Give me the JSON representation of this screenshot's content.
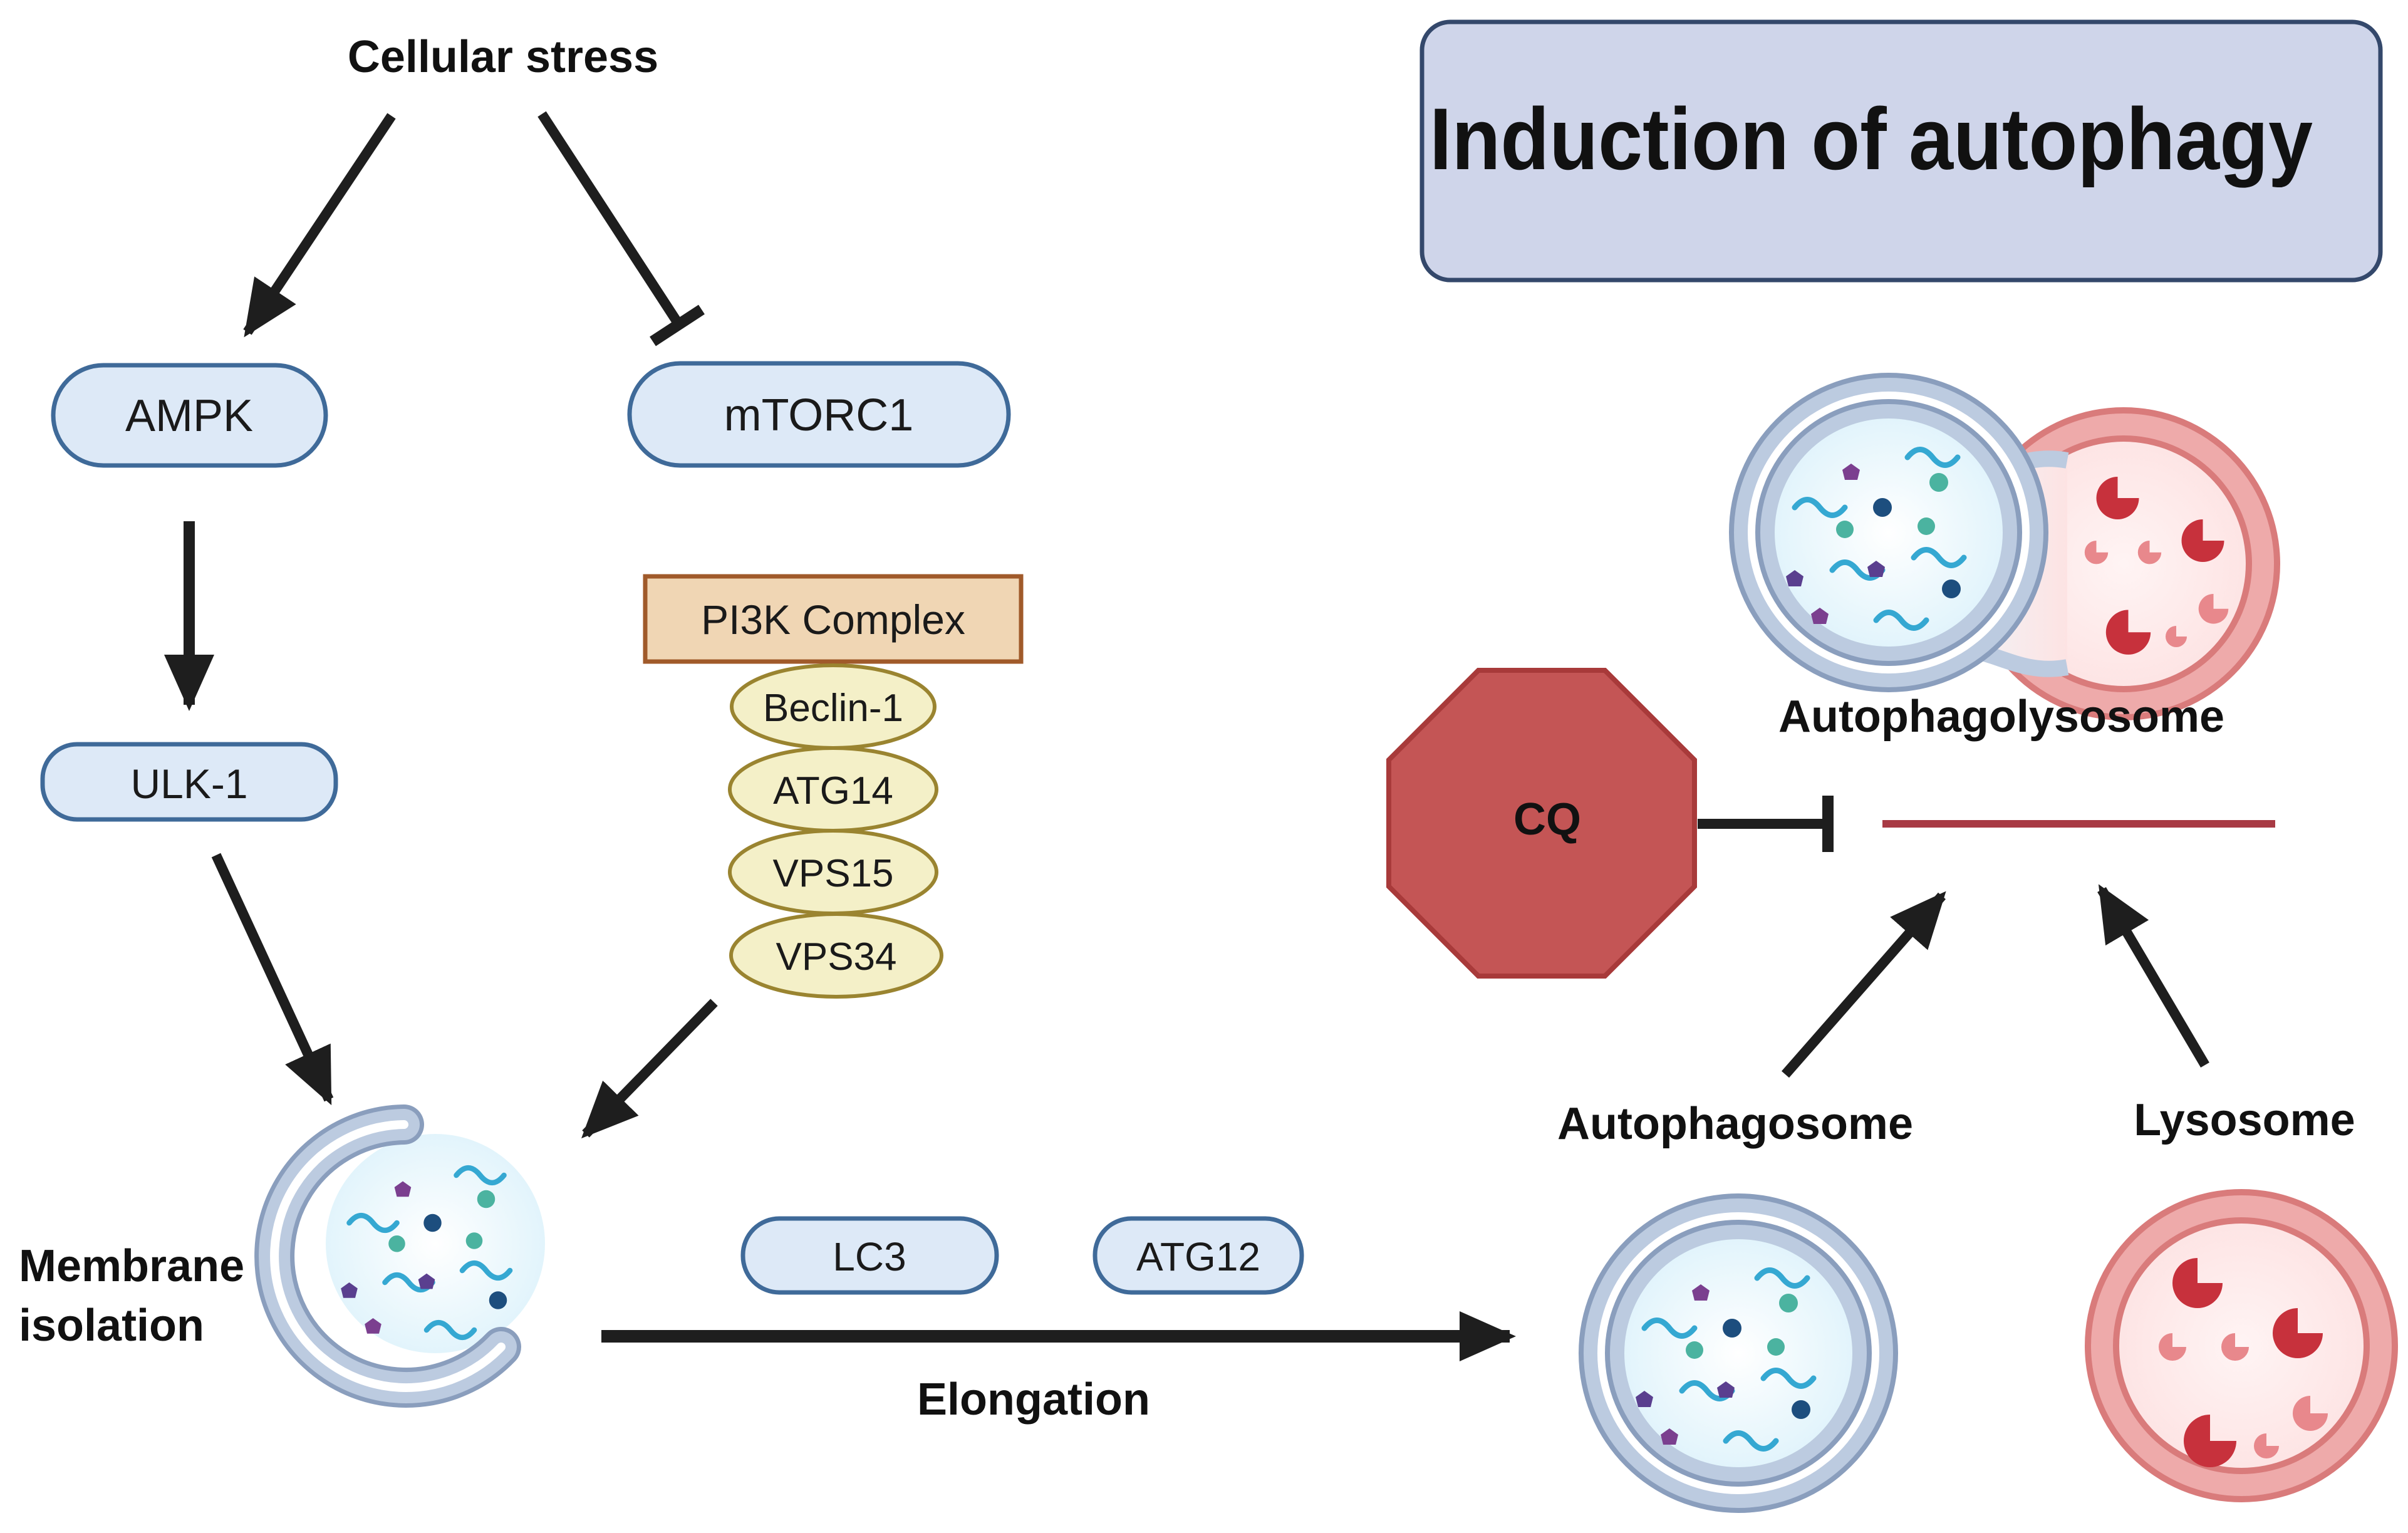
{
  "title": "Induction of autophagy",
  "labels": {
    "cellular_stress": "Cellular stress",
    "ampk": "AMPK",
    "mtorc1": "mTORC1",
    "ulk1": "ULK-1",
    "pi3k_complex": "PI3K Complex",
    "beclin1": "Beclin-1",
    "atg14": "ATG14",
    "vps15": "VPS15",
    "vps34": "VPS34",
    "membrane_isolation_line1": "Membrane",
    "membrane_isolation_line2": "isolation",
    "lc3": "LC3",
    "atg12": "ATG12",
    "elongation": "Elongation",
    "autophagosome": "Autophagosome",
    "lysosome": "Lysosome",
    "autophagolysosome": "Autophagolysosome",
    "cq": "CQ"
  },
  "colors": {
    "pill_fill": "#dde9f7",
    "pill_stroke": "#3f6a99",
    "pi3k_fill": "#f0d6b4",
    "pi3k_stroke": "#a05a2a",
    "subunit_fill": "#f4f0c8",
    "subunit_stroke": "#9a8430",
    "title_box_fill": "#cfd5ea",
    "title_box_stroke": "#34486b",
    "membrane_blue": "#a9b9d2",
    "membrane_red": "#e4a0a0",
    "lysosome_inner": "#e15f5f",
    "cq_fill": "#c45555",
    "cq_stroke": "#a83a3a",
    "blocked_line": "#a83a44",
    "arrow": "#1e1e1e"
  },
  "icons": [
    "arrow-icon",
    "inhibition-icon",
    "phagophore-icon",
    "autophagosome-icon",
    "lysosome-icon",
    "autophagolysosome-icon",
    "octagon-icon"
  ]
}
